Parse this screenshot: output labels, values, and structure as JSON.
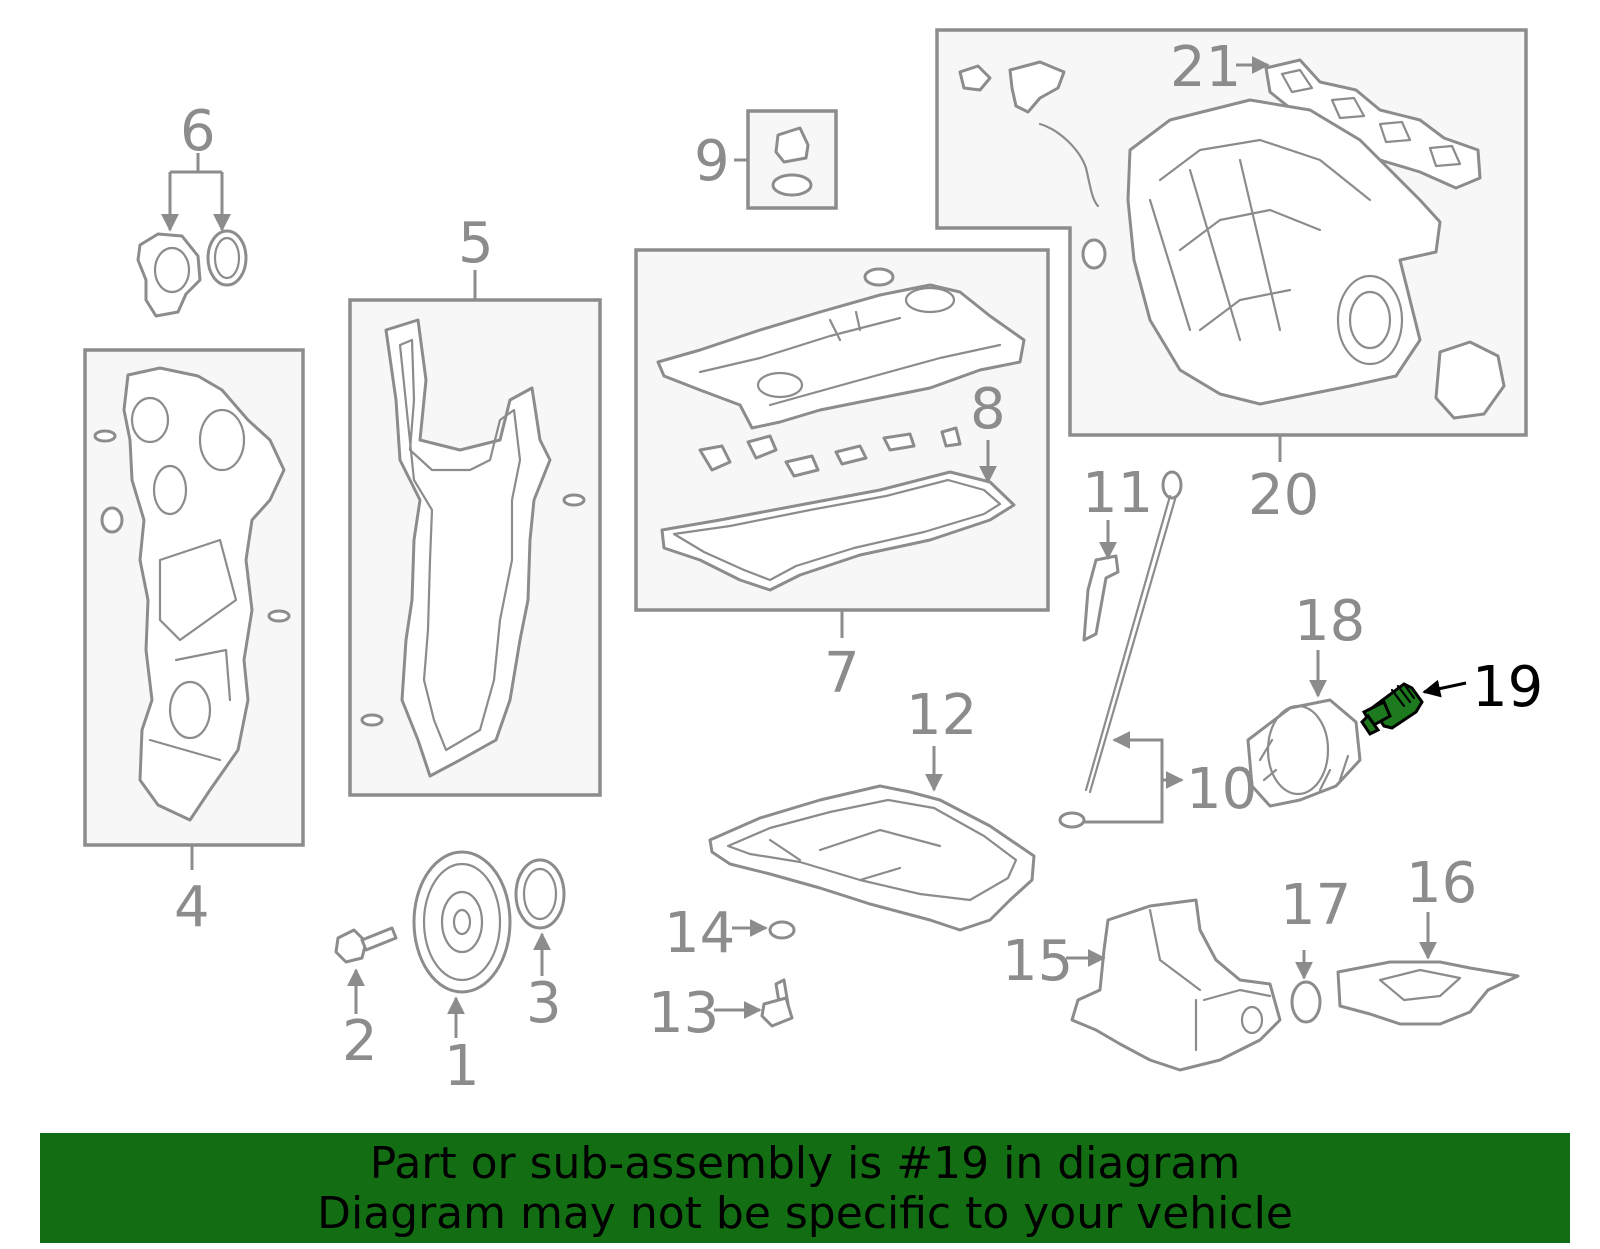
{
  "callouts": {
    "c1": "1",
    "c2": "2",
    "c3": "3",
    "c4": "4",
    "c5": "5",
    "c6": "6",
    "c7": "7",
    "c8": "8",
    "c9": "9",
    "c10": "10",
    "c11": "11",
    "c12": "12",
    "c13": "13",
    "c14": "14",
    "c15": "15",
    "c16": "16",
    "c17": "17",
    "c18": "18",
    "c19": "19",
    "c20": "20",
    "c21": "21"
  },
  "highlight": {
    "part": "19",
    "color": "#1e7a1e"
  },
  "banner": {
    "line1": "Part or sub-assembly is #19 in diagram",
    "line2": "Diagram may not be specific to your vehicle",
    "background": "#136d13"
  }
}
